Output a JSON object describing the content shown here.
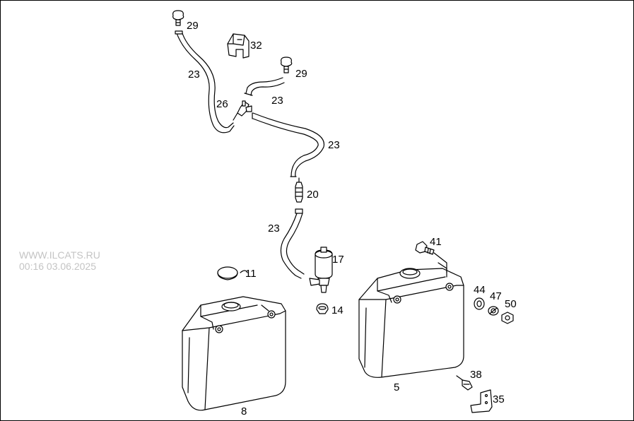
{
  "watermark": {
    "site": "WWW.ILCATS.RU",
    "datetime": "00:16 03.06.2025"
  },
  "callouts": {
    "c29a": "29",
    "c32": "32",
    "c29b": "29",
    "c23a": "23",
    "c23b": "23",
    "c26": "26",
    "c23c": "23",
    "c20": "20",
    "c23d": "23",
    "c17": "17",
    "c11": "11",
    "c14": "14",
    "c41": "41",
    "c44": "44",
    "c47": "47",
    "c50": "50",
    "c8": "8",
    "c5": "5",
    "c38": "38",
    "c35": "35"
  }
}
